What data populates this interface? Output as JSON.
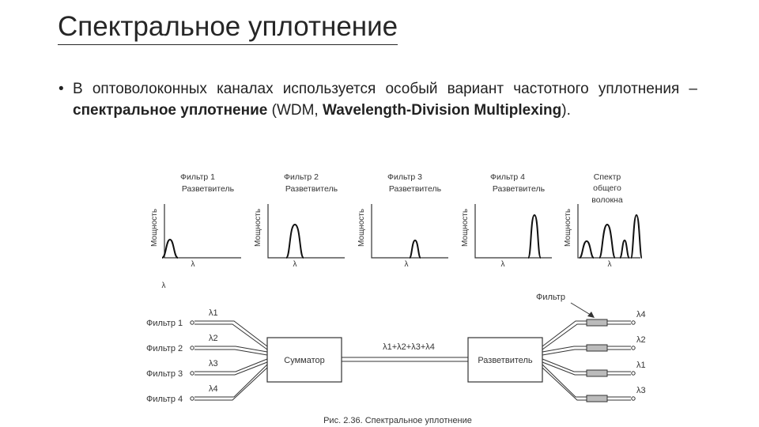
{
  "slide": {
    "title": "Спектральное уплотнение",
    "bullet": {
      "marker": "•",
      "text_1": "В оптоволоконных каналах используется особый вариант частотного уплотнения – ",
      "bold_1": "спектральное уплотнение",
      "text_2": " (WDM, ",
      "bold_2": "Wavelength-Division Multiplexing",
      "text_3": ")."
    }
  },
  "figure": {
    "spectra": [
      {
        "title_1": "Фильтр 1",
        "title_2": "Разветвитель",
        "ylabel": "Мощность",
        "xlabel": "λ"
      },
      {
        "title_1": "Фильтр 2",
        "title_2": "Разветвитель",
        "ylabel": "Мощность",
        "xlabel": "λ"
      },
      {
        "title_1": "Фильтр 3",
        "title_2": "Разветвитель",
        "ylabel": "Мощность",
        "xlabel": "λ"
      },
      {
        "title_1": "Фильтр 4",
        "title_2": "Разветвитель",
        "ylabel": "Мощность",
        "xlabel": "λ"
      },
      {
        "title_1": "Спектр",
        "title_2": "общего",
        "title_3": "волокна",
        "ylabel": "Мощность",
        "xlabel": "λ"
      }
    ],
    "stray_lambda": "λ",
    "inputs": [
      {
        "label": "Фильтр 1",
        "lambda": "λ1"
      },
      {
        "label": "Фильтр 2",
        "lambda": "λ2"
      },
      {
        "label": "Фильтр 3",
        "lambda": "λ3"
      },
      {
        "label": "Фильтр 4",
        "lambda": "λ4"
      }
    ],
    "combiner_label": "Сумматор",
    "splitter_label": "Разветвитель",
    "fiber_label": "λ1+λ2+λ3+λ4",
    "filter_label": "Фильтр",
    "outputs": [
      "λ4",
      "λ2",
      "λ1",
      "λ3"
    ],
    "caption": "Рис. 2.36. Спектральное уплотнение"
  }
}
